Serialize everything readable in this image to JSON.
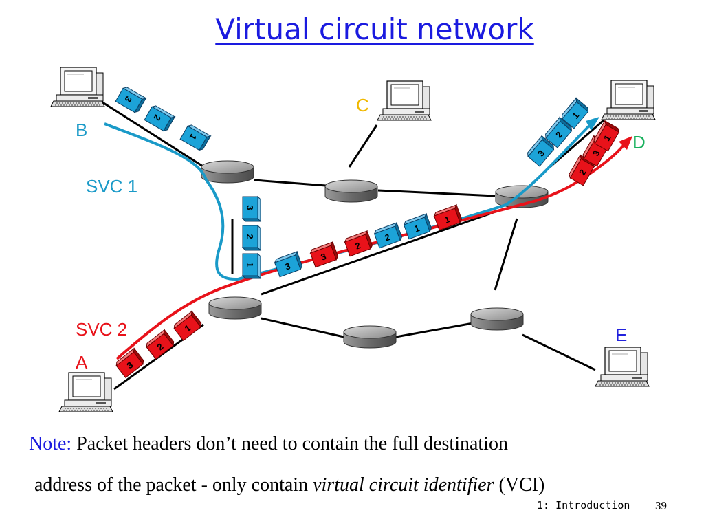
{
  "slide": {
    "title": "Virtual circuit network",
    "footer": "1: Introduction",
    "page_number": "39"
  },
  "labels": {
    "host_b": "B",
    "host_c": "C",
    "host_d": "D",
    "host_e": "E",
    "host_a": "A",
    "svc1": "SVC 1",
    "svc2": "SVC 2"
  },
  "note": {
    "prefix": "Note:",
    "line1": "Packet headers don’t need to contain the full destination",
    "line2_start": "address of the packet - only contain",
    "line2_italic": "virtual circuit identifier",
    "line2_end": "(VCI)"
  },
  "colors": {
    "title": "#1a1adf",
    "svc1": "#1a9ac8",
    "svc2": "#e8121a",
    "label_c": "#f0b800",
    "label_d": "#17b05c",
    "label_e": "#2222dd"
  },
  "packets": [
    "3",
    "2",
    "1"
  ]
}
